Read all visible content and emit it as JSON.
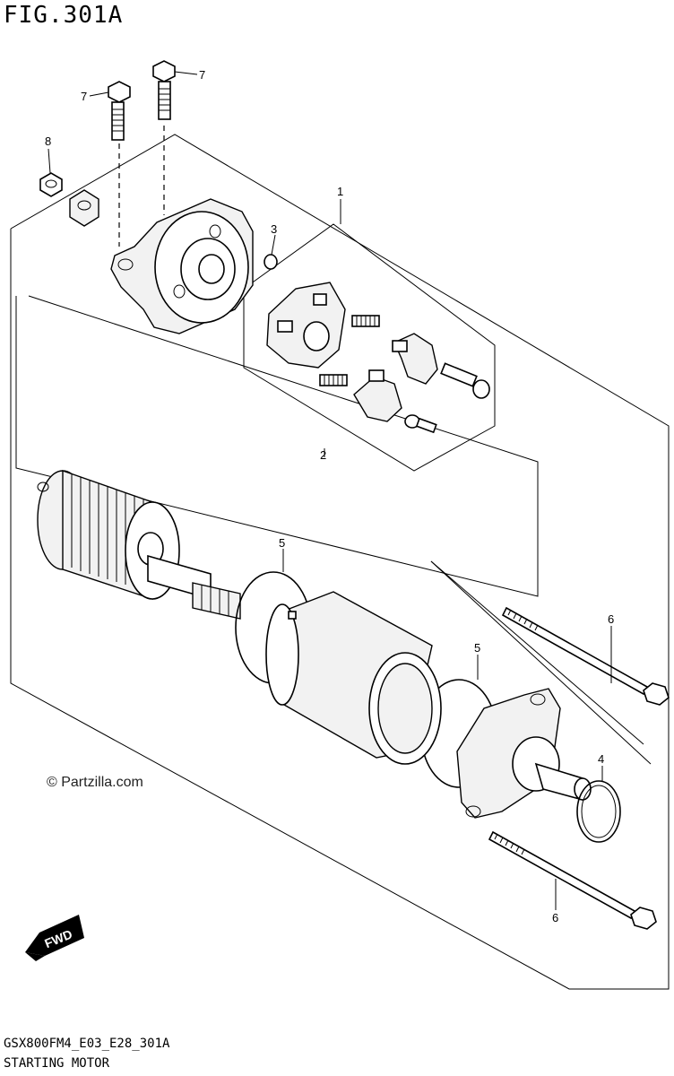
{
  "figure": {
    "title": "FIG.301A",
    "code": "GSX800FM4_E03_E28_301A",
    "name": "STARTING MOTOR"
  },
  "watermark": "© Partzilla.com",
  "direction_badge": "FWD",
  "callouts": [
    {
      "id": "c1",
      "label": "1"
    },
    {
      "id": "c2",
      "label": "2"
    },
    {
      "id": "c3",
      "label": "3"
    },
    {
      "id": "c4",
      "label": "4"
    },
    {
      "id": "c5a",
      "label": "5"
    },
    {
      "id": "c5b",
      "label": "5"
    },
    {
      "id": "c6a",
      "label": "6"
    },
    {
      "id": "c6b",
      "label": "6"
    },
    {
      "id": "c7a",
      "label": "7"
    },
    {
      "id": "c7b",
      "label": "7"
    },
    {
      "id": "c8",
      "label": "8"
    }
  ]
}
